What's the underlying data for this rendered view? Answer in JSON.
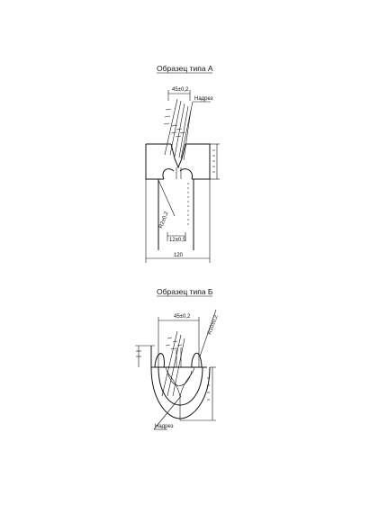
{
  "sample_a": {
    "title": "Образец типа А",
    "dim_top": "45±0,2",
    "note": "Надрез",
    "dim_bottom_width": "12±0,5",
    "dim_overall_width": "120",
    "dim_left_angle": "R2±0,2"
  },
  "sample_b": {
    "title": "Образец типа Б",
    "dim_top": "45±0,2",
    "note": "Надрез",
    "dim_right_angle": "R10±0,2"
  }
}
